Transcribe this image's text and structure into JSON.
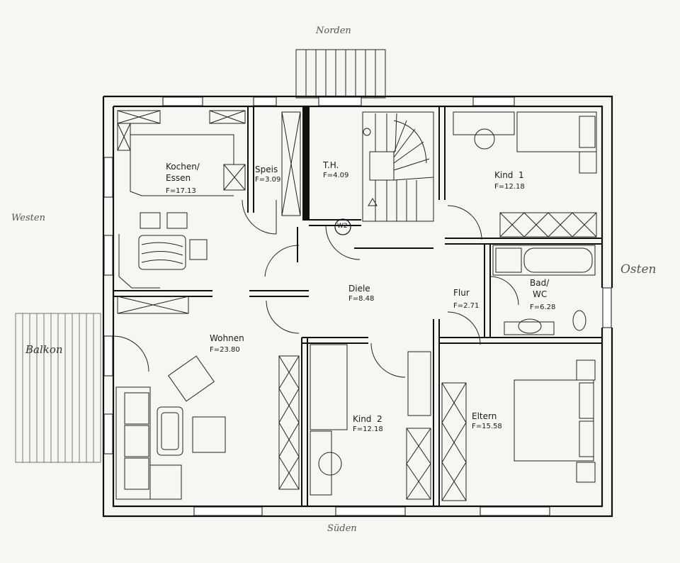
{
  "compass": {
    "north": "Norden",
    "south": "Süden",
    "west": "Westen",
    "east": "Osten"
  },
  "balcony": {
    "label": "Balkon"
  },
  "rooms": {
    "kochen": {
      "name_line1": "Kochen/",
      "name_line2": "Essen",
      "area": "F=17.13"
    },
    "speis": {
      "name": "Speis",
      "area": "F=3.09"
    },
    "th": {
      "name": "T.H.",
      "area": "F=4.09"
    },
    "kind1": {
      "name": "Kind  1",
      "area": "F=12.18"
    },
    "diele": {
      "name": "Diele",
      "area": "F=8.48"
    },
    "flur": {
      "name": "Flur",
      "area": "F=2.71"
    },
    "bad": {
      "name_line1": "Bad/",
      "name_line2": "WC",
      "area": "F=6.28"
    },
    "wohnen": {
      "name": "Wohnen",
      "area": "F=23.80"
    },
    "kind2": {
      "name": "Kind  2",
      "area": "F=12.18"
    },
    "eltern": {
      "name": "Eltern",
      "area": "F=15.58"
    }
  },
  "wc_marker": "W2"
}
